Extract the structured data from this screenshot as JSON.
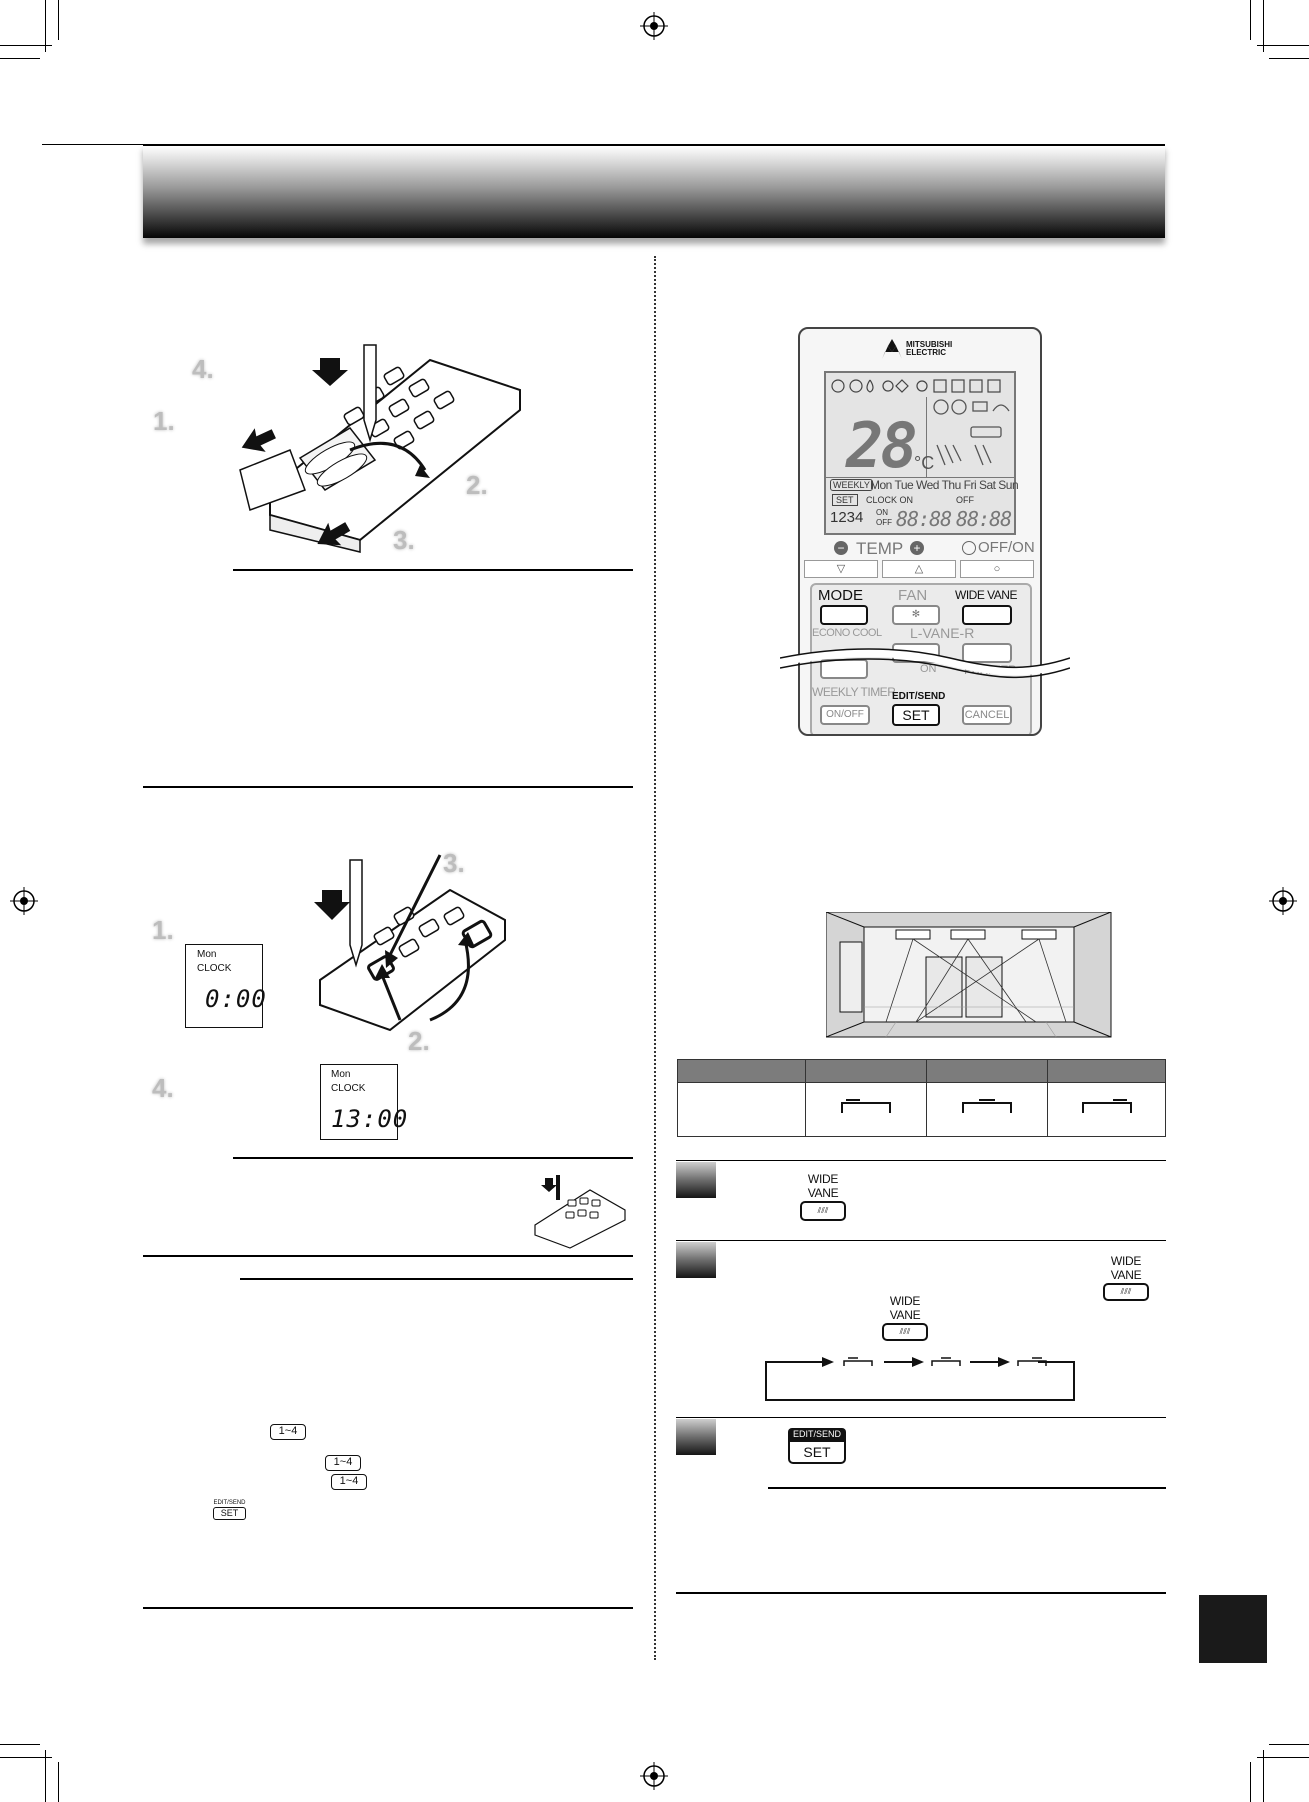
{
  "brand": {
    "name_line1": "MITSUBISHI",
    "name_line2": "ELECTRIC"
  },
  "left_top": {
    "step_labels": [
      "4.",
      "1.",
      "2.",
      "3."
    ]
  },
  "left_clock": {
    "step_labels": [
      "3.",
      "1.",
      "2.",
      "4."
    ],
    "lcd1": {
      "day": "Mon",
      "label": "CLOCK",
      "time": "0:00"
    },
    "lcd2": {
      "day": "Mon",
      "label": "CLOCK",
      "time": "13:00"
    }
  },
  "left_bottom": {
    "key_range1": "1~4",
    "key_range2": "1~4",
    "key_range3": "1~4",
    "key_edit_top": "EDIT/SEND",
    "key_set": "SET"
  },
  "remote": {
    "temp_value": "28",
    "temp_unit": "°C",
    "weekly_tag": "WEEKLY",
    "days": "Mon Tue Wed Thu Fri Sat Sun",
    "set_tag": "SET",
    "clock_on": "CLOCK ON",
    "off_tag": "OFF",
    "program_nums": "1234",
    "on_small": "ON",
    "off_small": "OFF",
    "time_left": "88:88",
    "time_right": "88:88",
    "temp_label": "TEMP",
    "offon_label": "OFF/ON",
    "mode_label": "MODE",
    "fan_label": "FAN",
    "wide_vane_label": "WIDE VANE",
    "econo_label": "ECONO COOL",
    "lvane_label": "L-VANE-R",
    "purifier_label": "PURIFIER",
    "on_label": "ON",
    "weekly_timer_label": "WEEKLY TIMER",
    "onoff_key": "ON/OFF",
    "edit_send_label": "EDIT/SEND",
    "set_key": "SET",
    "cancel_key": "CANCEL"
  },
  "right_steps": {
    "step1_key_label": "WIDE VANE",
    "step2_key_label_a": "WIDE VANE",
    "step2_key_label_b": "WIDE VANE",
    "step3_key_top": "EDIT/SEND",
    "step3_key_set": "SET"
  }
}
